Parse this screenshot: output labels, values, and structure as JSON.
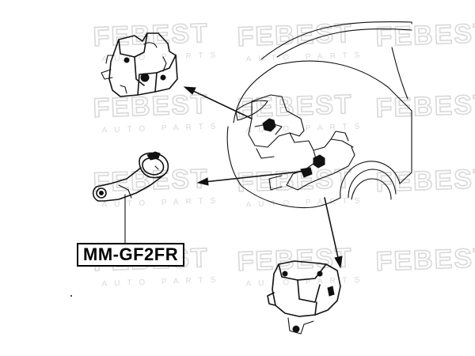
{
  "watermark": {
    "brand": "FEBEST",
    "tagline": "AUTO PARTS"
  },
  "part_number": "MM-GF2FR",
  "colors": {
    "line": "#111111",
    "watermark": "#d9d9d9",
    "background": "#ffffff"
  }
}
